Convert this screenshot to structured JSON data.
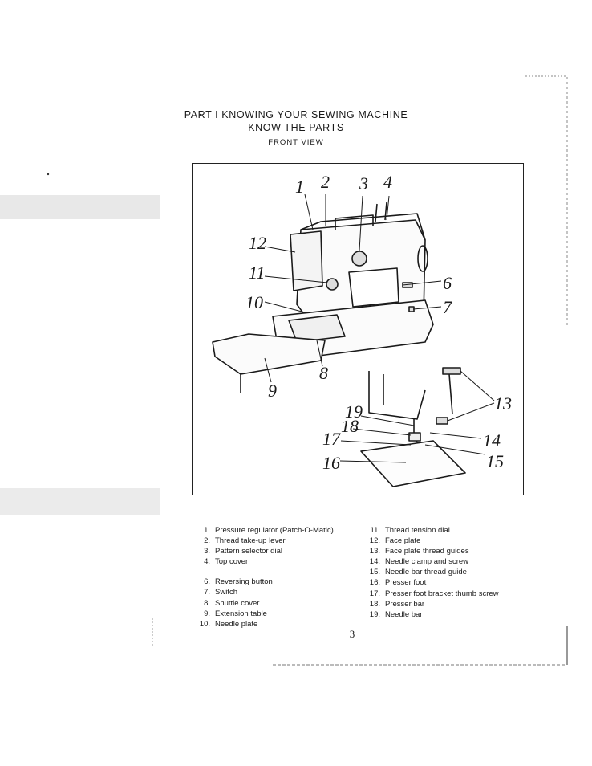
{
  "header": {
    "part_title": "PART I  KNOWING YOUR SEWING MACHINE",
    "subtitle": "KNOW THE PARTS",
    "view_label": "FRONT VIEW"
  },
  "figure": {
    "callouts": [
      "1",
      "2",
      "3",
      "4",
      "12",
      "11",
      "6",
      "10",
      "7",
      "8",
      "9",
      "13",
      "19",
      "18",
      "17",
      "14",
      "16",
      "15"
    ]
  },
  "parts_left": [
    {
      "num": "1.",
      "label": "Pressure regulator (Patch-O-Matic)"
    },
    {
      "num": "2.",
      "label": "Thread take-up lever"
    },
    {
      "num": "3.",
      "label": "Pattern selector dial"
    },
    {
      "num": "4.",
      "label": "Top cover"
    },
    {
      "num": "6.",
      "label": "Reversing button"
    },
    {
      "num": "7.",
      "label": "Switch"
    },
    {
      "num": "8.",
      "label": "Shuttle cover"
    },
    {
      "num": "9.",
      "label": "Extension table"
    },
    {
      "num": "10.",
      "label": "Needle plate"
    }
  ],
  "parts_right": [
    {
      "num": "11.",
      "label": "Thread tension dial"
    },
    {
      "num": "12.",
      "label": "Face plate"
    },
    {
      "num": "13.",
      "label": "Face plate thread guides"
    },
    {
      "num": "14.",
      "label": "Needle clamp and screw"
    },
    {
      "num": "15.",
      "label": "Needle bar thread guide"
    },
    {
      "num": "16.",
      "label": "Presser foot"
    },
    {
      "num": "17.",
      "label": "Presser foot bracket thumb screw"
    },
    {
      "num": "18.",
      "label": "Presser bar"
    },
    {
      "num": "19.",
      "label": "Needle bar"
    }
  ],
  "page_number": "3"
}
